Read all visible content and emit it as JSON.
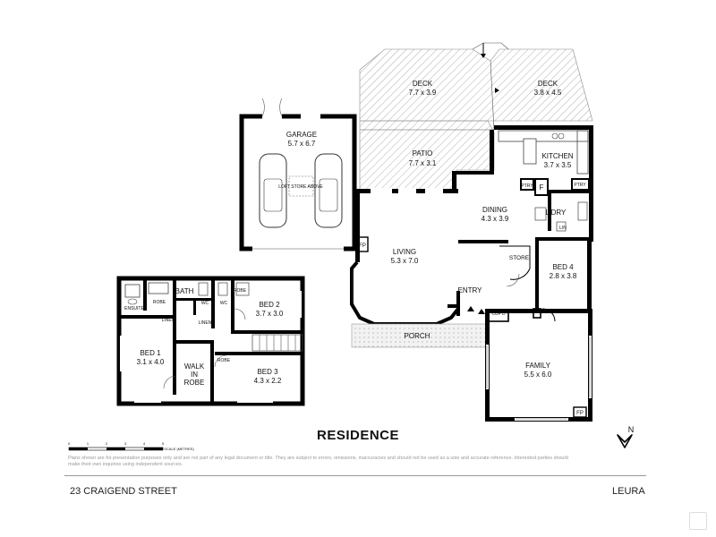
{
  "title": "RESIDENCE",
  "address": "23 CRAIGEND STREET",
  "suburb": "LEURA",
  "north_label": "N",
  "disclaimer": "Plans shown are for presentation purposes only and are not part of any legal document or title. They are subject to errors, omissions, inaccuracies and should not be used as a sole and accurate reference. Interested parties should make their own inquiries using independent sources.",
  "scale": {
    "ticks": [
      "0",
      "1",
      "2",
      "3",
      "4",
      "5"
    ],
    "caption": "SCALE (METRES)"
  },
  "rooms": {
    "deck1": {
      "name": "DECK",
      "size": "7.7 x 3.9"
    },
    "deck2": {
      "name": "DECK",
      "size": "3.8 x 4.5"
    },
    "garage": {
      "name": "GARAGE",
      "size": "5.7 x 6.7",
      "loft": "LOFT STORE ABOVE"
    },
    "patio": {
      "name": "PATIO",
      "size": "7.7 x 3.1"
    },
    "kitchen": {
      "name": "KITCHEN",
      "size": "3.7 x 3.5"
    },
    "dining": {
      "name": "DINING",
      "size": "4.3 x 3.9"
    },
    "living": {
      "name": "LIVING",
      "size": "5.3 x 7.0"
    },
    "bed4": {
      "name": "BED 4",
      "size": "2.8 x 3.8"
    },
    "bed2": {
      "name": "BED 2",
      "size": "3.7 x 3.0"
    },
    "bed1": {
      "name": "BED 1",
      "size": "3.1 x 4.0"
    },
    "bed3": {
      "name": "BED 3",
      "size": "4.3 x 2.2"
    },
    "family": {
      "name": "FAMILY",
      "size": "5.5 x 6.0"
    }
  },
  "labels": {
    "ldry": "L'DRY",
    "store": "STORE",
    "entry": "ENTRY",
    "porch": "PORCH",
    "bath": "BATH",
    "walk_in_robe_1": "WALK",
    "walk_in_robe_2": "IN",
    "walk_in_robe_3": "ROBE",
    "ptry_1": "PTRY",
    "ptry_2": "PTRY",
    "fridge": "F",
    "fp_living": "FP",
    "fp_family": "FP",
    "cupd": "CUP'D",
    "linen_1": "LINEN",
    "linen_2": "LINEN",
    "ensuite": "ENSUITE",
    "robe_1": "ROBE",
    "robe_2": "ROBE",
    "robe_3": "ROBE",
    "wc_1": "WC",
    "wc_2": "WC",
    "lin": "LIN"
  }
}
